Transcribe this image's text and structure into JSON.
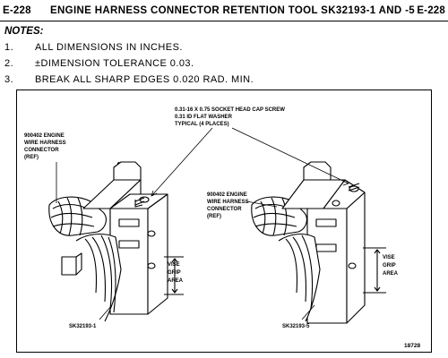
{
  "header": {
    "code_left": "E-228",
    "title": "ENGINE HARNESS CONNECTOR RETENTION TOOL SK32193-1 AND -5",
    "code_right": "E-228"
  },
  "notes": {
    "heading": "NOTES:",
    "items": [
      {
        "num": "1.",
        "text": "ALL DIMENSIONS IN INCHES."
      },
      {
        "num": "2.",
        "text": "±DIMENSION TOLERANCE 0.03."
      },
      {
        "num": "3.",
        "text": "BREAK ALL SHARP EDGES 0.020 RAD. MIN."
      }
    ]
  },
  "figure": {
    "callout_screw_line1": "0.31-16 X 0.75 SOCKET HEAD CAP SCREW",
    "callout_screw_line2": "0.31 ID FLAT WASHER",
    "callout_screw_line3": "TYPICAL (4 PLACES)",
    "left_connector_line1": "900402 ENGINE",
    "left_connector_line2": "WIRE HARNESS",
    "left_connector_line3": "CONNECTOR",
    "left_connector_line4": "(REF)",
    "right_connector_line1": "900402 ENGINE",
    "right_connector_line2": "WIRE HARNESS",
    "right_connector_line3": "CONNECTOR",
    "right_connector_line4": "(REF)",
    "left_vise_line1": "VISE",
    "left_vise_line2": "GRIP",
    "left_vise_line3": "AREA",
    "right_vise_line1": "VISE",
    "right_vise_line2": "GRIP",
    "right_vise_line3": "AREA",
    "left_part": "SK32193-1",
    "right_part": "SK32193-5",
    "figure_number": "18728"
  }
}
